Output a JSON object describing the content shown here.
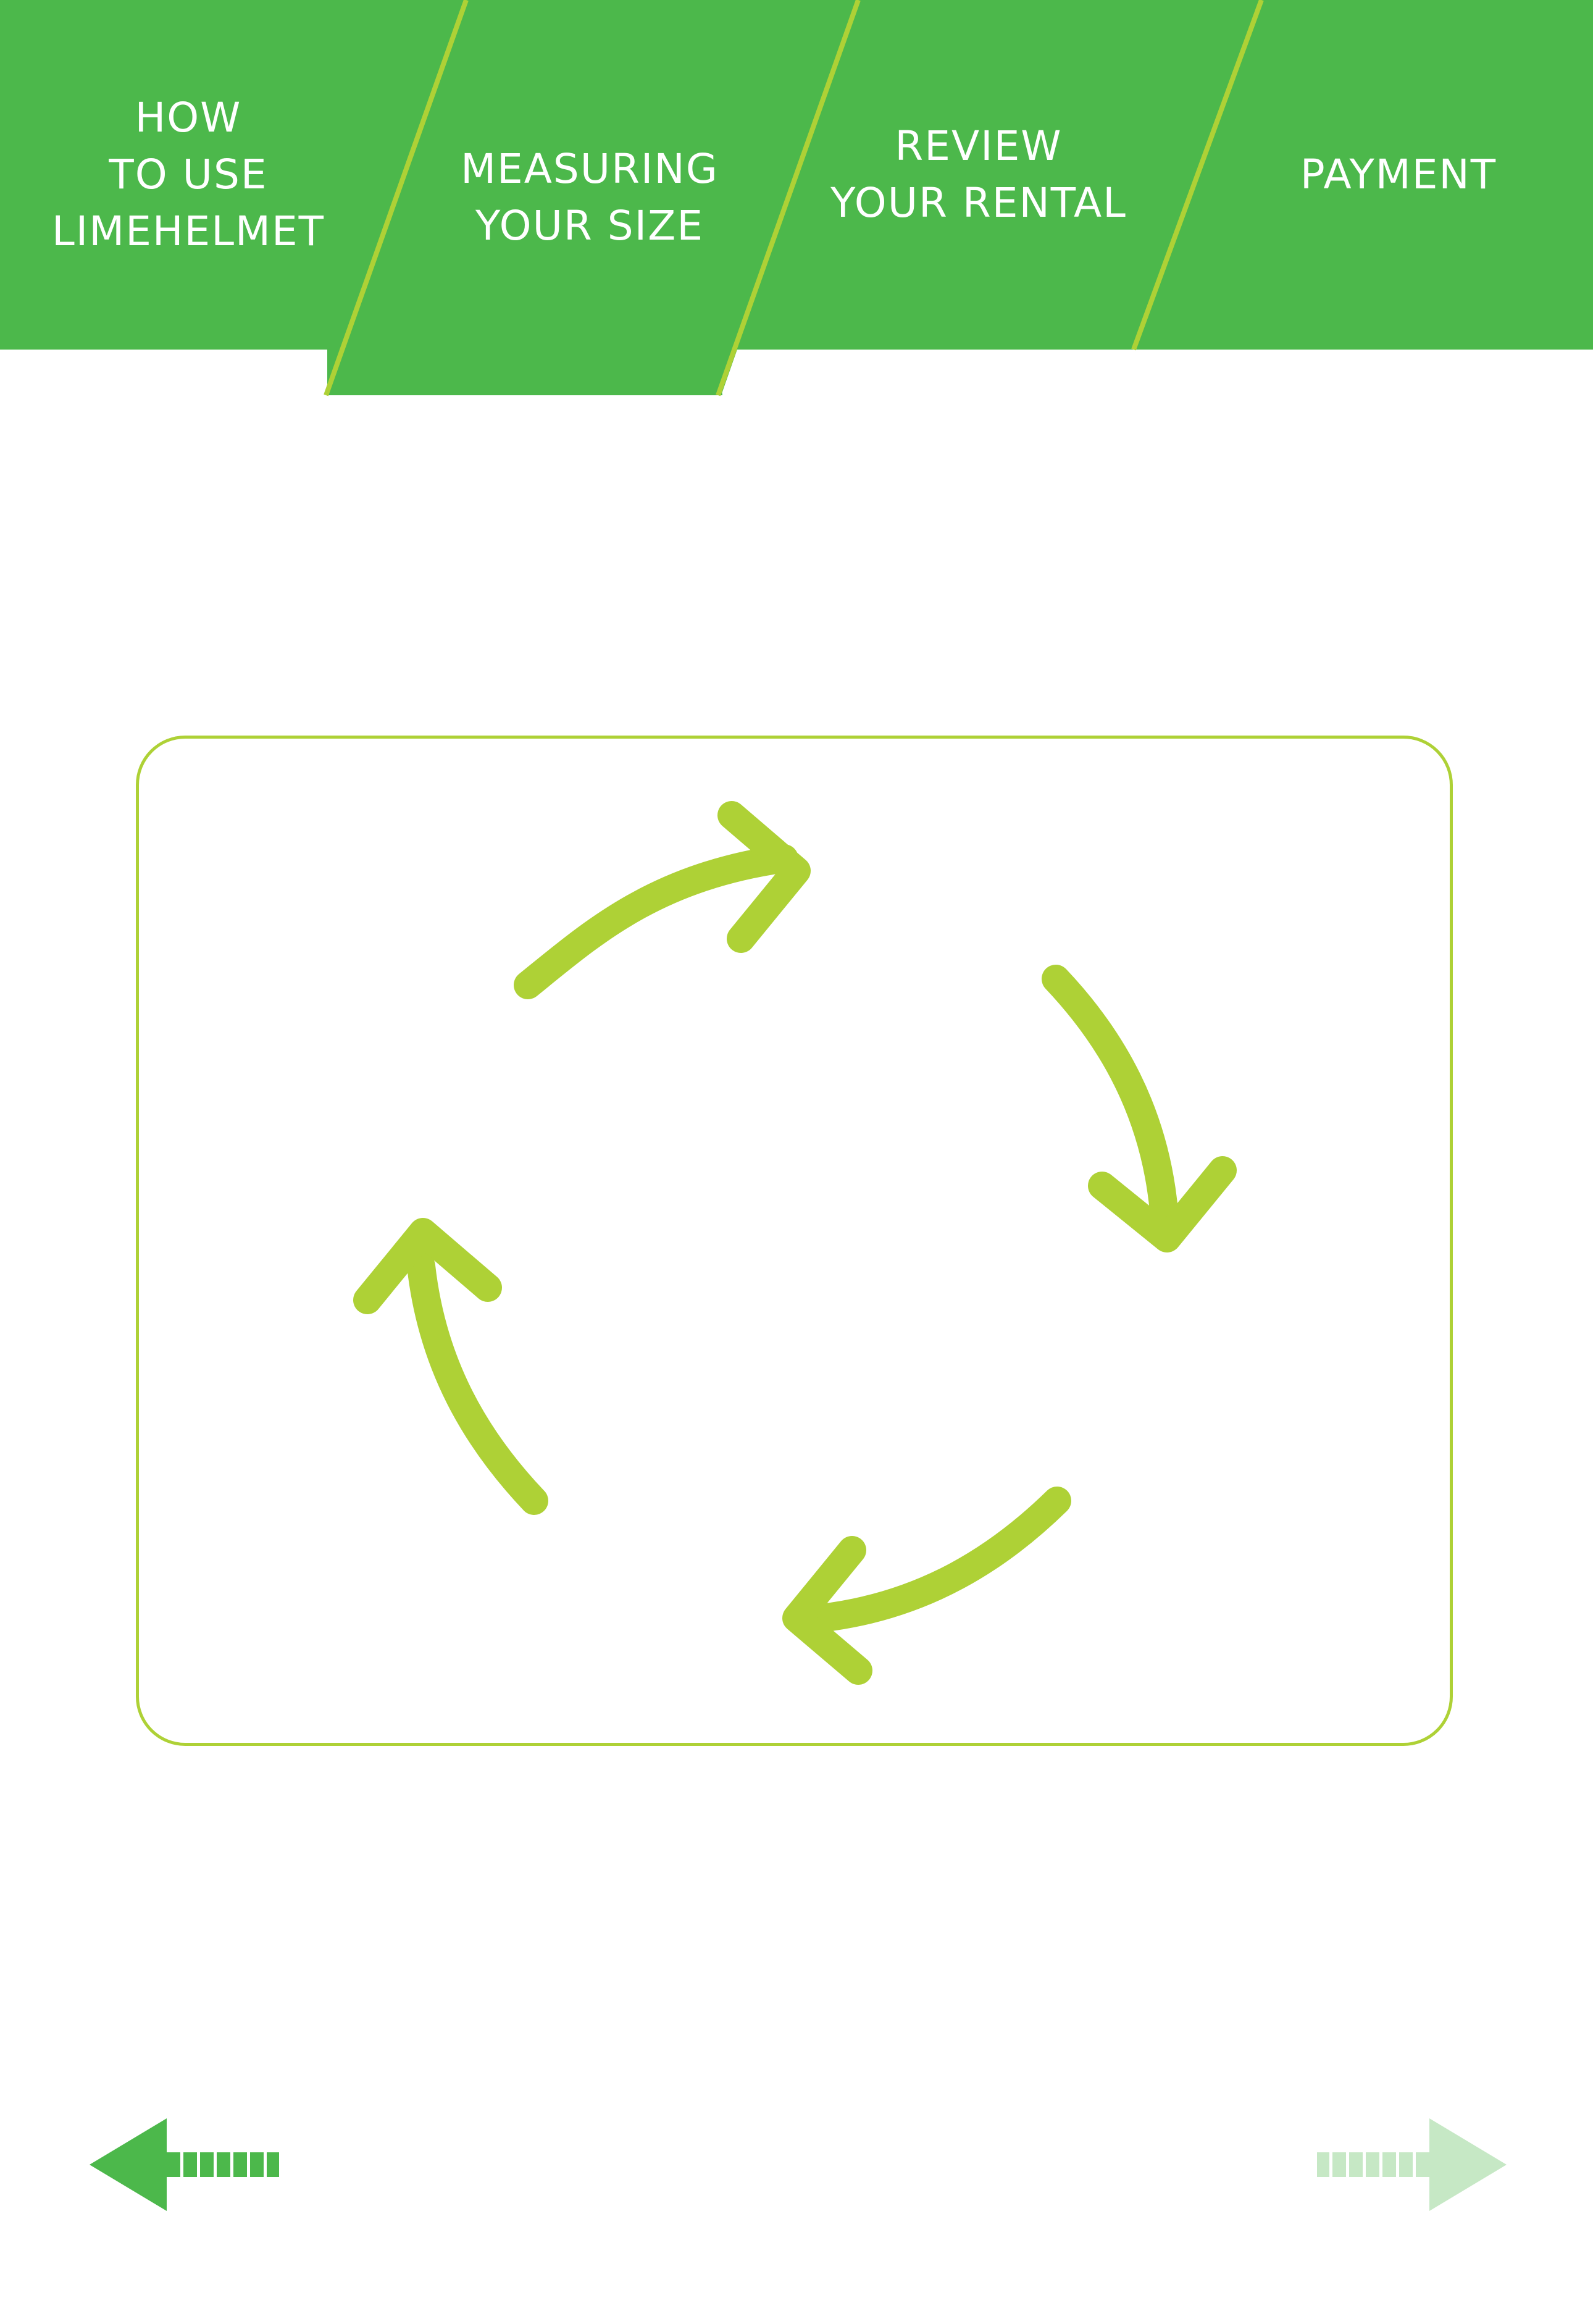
{
  "colors": {
    "nav_green": "#4cb84b",
    "stripe_lime": "#aed136",
    "arrow_lime": "#aed136",
    "prev_arrow": "#4cb84b",
    "next_arrow": "#c6e8c5",
    "text": "#ffffff"
  },
  "nav": {
    "tabs": [
      {
        "label": "HOW\nTO USE\nLIMEHELMET"
      },
      {
        "label": "MEASURING\nYOUR SIZE",
        "active": true
      },
      {
        "label": "REVIEW\nYOUR RENTAL"
      },
      {
        "label": "PAYMENT"
      }
    ]
  },
  "main": {
    "icon": "cycle-arrows-icon"
  },
  "footer": {
    "prev_icon": "left-arrow-icon",
    "next_icon": "right-arrow-icon",
    "next_enabled": false
  }
}
